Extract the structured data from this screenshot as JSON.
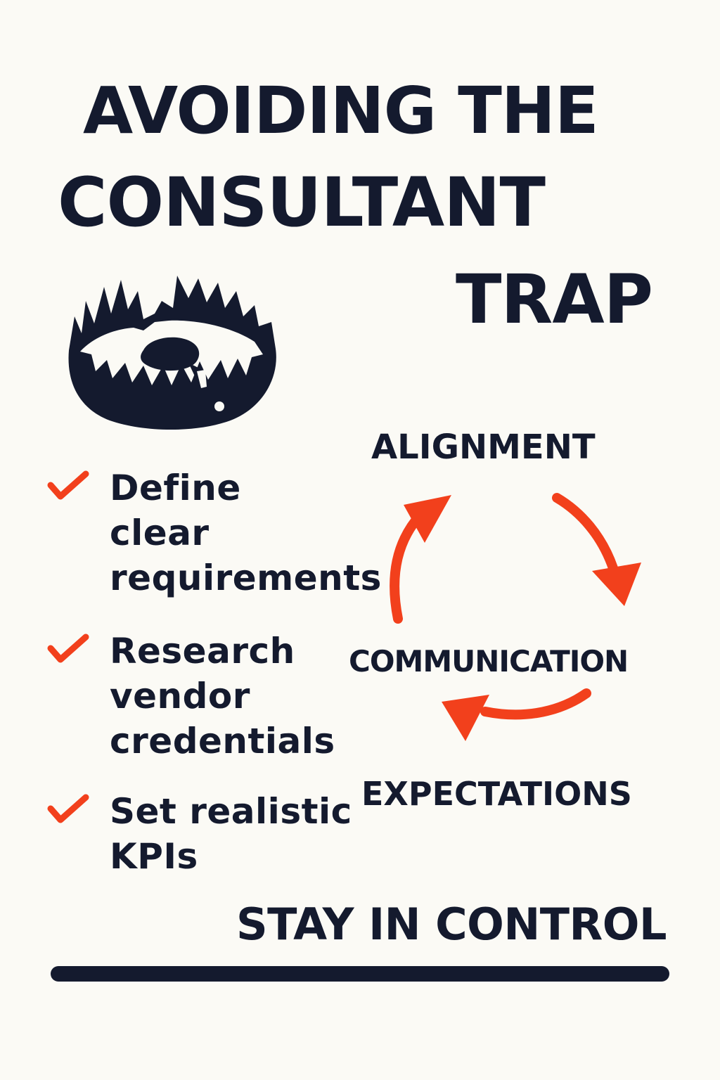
{
  "title": {
    "line1": "AVOIDING THE",
    "line2": "CONSULTANT",
    "line3": "TRAP"
  },
  "illustration": {
    "icon": "bear-trap-icon"
  },
  "checklist": [
    {
      "lines": [
        "Define",
        "clear",
        "requirements"
      ],
      "icon": "checkmark-icon"
    },
    {
      "lines": [
        "Research",
        "vendor",
        "credentials"
      ],
      "icon": "checkmark-icon"
    },
    {
      "lines": [
        "Set realistic",
        "KPIs"
      ],
      "icon": "checkmark-icon"
    }
  ],
  "cycle": {
    "labels": [
      "ALIGNMENT",
      "COMMUNICATION",
      "EXPECTATIONS"
    ],
    "arrow_icon": "curved-arrow-icon"
  },
  "footer": {
    "text": "STAY IN CONTROL"
  },
  "colors": {
    "ink": "#141a2e",
    "accent": "#f2401c",
    "background": "#fbfaf5"
  }
}
